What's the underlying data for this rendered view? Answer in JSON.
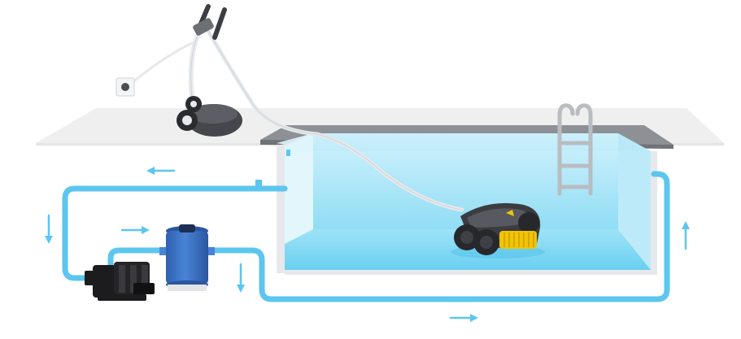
{
  "colors": {
    "water_top": "#c6eefb",
    "water_bottom": "#6fd2f1",
    "pipe": "#5cc6ef",
    "arrow": "#5cc6ef",
    "deck": "#eeeeef",
    "coping": "#8a8d92",
    "pool_wall": "#e2e4e7",
    "filter_body": "#3f74c8",
    "robot_body": "#3a3c40",
    "robot_brush": "#f3c400",
    "pump_body": "#1b1b1d",
    "cable": "#e9ebee"
  },
  "flow_arrows": [
    {
      "id": "top-left",
      "direction": "left"
    },
    {
      "id": "left-down",
      "direction": "down"
    },
    {
      "id": "into-filter",
      "direction": "right"
    },
    {
      "id": "after-filter",
      "direction": "down"
    },
    {
      "id": "bottom",
      "direction": "right"
    },
    {
      "id": "right-up",
      "direction": "up"
    }
  ],
  "components": [
    {
      "id": "power-socket",
      "icon": "power-socket-icon"
    },
    {
      "id": "caddy-cart",
      "icon": "robot-caddy-icon"
    },
    {
      "id": "pool-ladder",
      "icon": "pool-ladder-icon"
    },
    {
      "id": "cleaning-robot",
      "icon": "pool-robot-icon"
    },
    {
      "id": "sand-filter",
      "icon": "sand-filter-icon"
    },
    {
      "id": "pump",
      "icon": "pool-pump-icon"
    }
  ]
}
